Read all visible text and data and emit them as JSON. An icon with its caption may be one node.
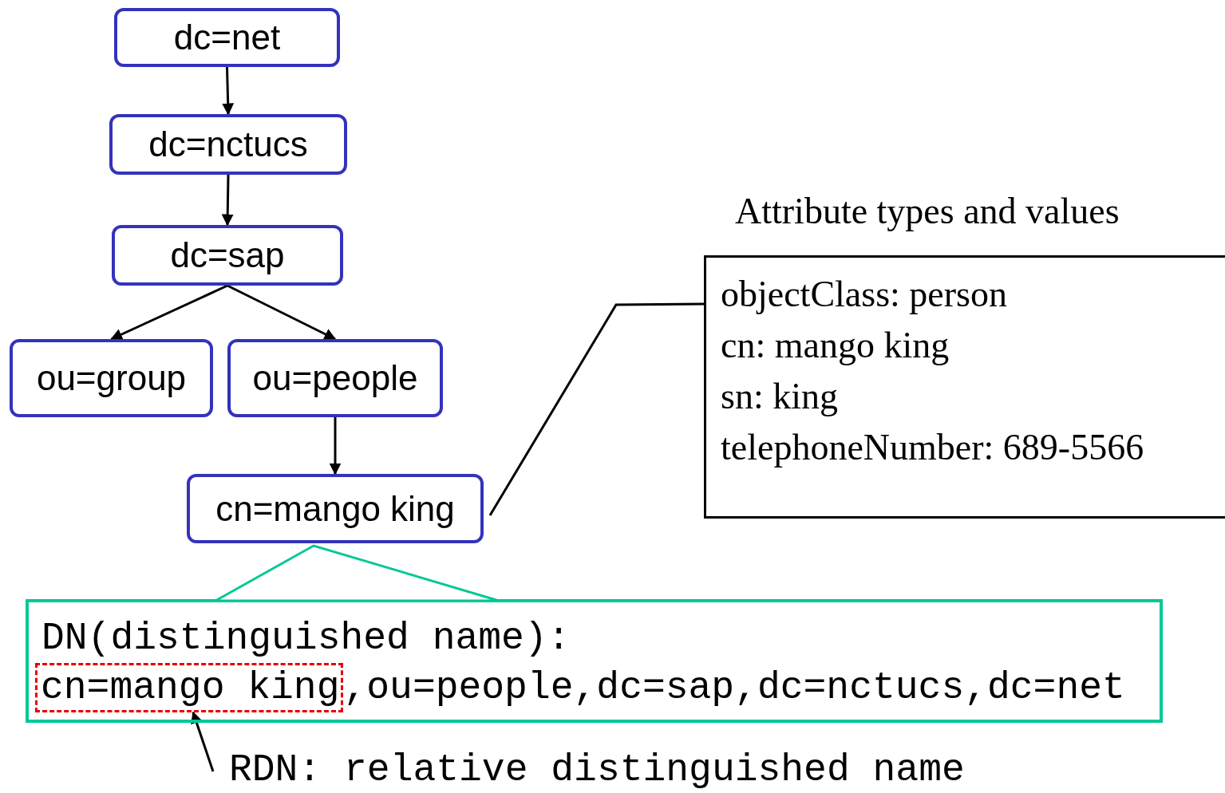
{
  "diagram": {
    "nodes": [
      {
        "text": [
          "dc=net"
        ]
      },
      {
        "text": [
          "dc=nctucs"
        ]
      },
      {
        "text": [
          "dc=sap"
        ]
      },
      {
        "text": [
          "ou=group"
        ]
      },
      {
        "text": [
          "ou=people"
        ]
      },
      {
        "text": [
          "cn=mango king"
        ]
      },
      {
        "text": [
          "Attribute types and values",
          "objectClass: person",
          "cn: mango king",
          "sn: king",
          "telephoneNumber: 689-5566"
        ]
      },
      {
        "text": [
          "DN(distinguished name):",
          ",ou=people,dc=sap,dc=nctucs,dc=net"
        ]
      },
      {
        "text": [
          "cn=mango king"
        ],
        "in": 7
      },
      {
        "text": [
          "RDN: relative distinguished name"
        ]
      }
    ],
    "edges": [
      {
        "from": 0,
        "to": 1,
        "arrow": "to"
      },
      {
        "from": 1,
        "to": 2,
        "arrow": "to"
      },
      {
        "from": 2,
        "to": 3,
        "arrow": "to"
      },
      {
        "from": 2,
        "to": 4,
        "arrow": "to"
      },
      {
        "from": 4,
        "to": 5,
        "arrow": "to"
      },
      {
        "from": 5,
        "to": 6,
        "arrow": "none"
      },
      {
        "from": 7,
        "to": 5,
        "arrow": "none",
        "color": "#00c896"
      },
      {
        "from": 9,
        "to": 8,
        "arrow": "to"
      }
    ]
  }
}
